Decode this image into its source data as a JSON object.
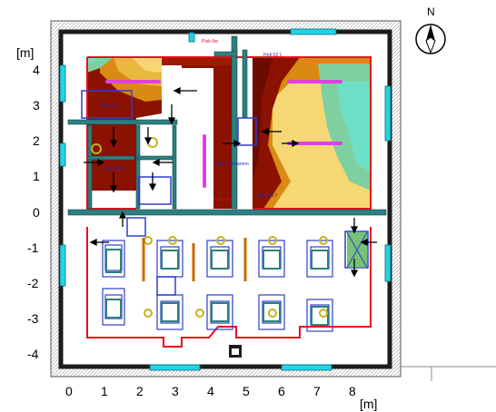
{
  "units": {
    "x": "[m]",
    "y": "[m]"
  },
  "compass": {
    "label": "N"
  },
  "axes": {
    "x_ticks": [
      "0",
      "1",
      "2",
      "3",
      "4",
      "5",
      "6",
      "7",
      "8"
    ],
    "y_ticks": [
      "4",
      "3",
      "2",
      "1",
      "0",
      "-1",
      "-2",
      "-3",
      "-4"
    ]
  },
  "room_labels": {
    "top_center": "Písk 6m",
    "top_right": "Hrdl 02 1",
    "left_upper": "Stěl 2021",
    "center_desk": "Stůl 2016",
    "center_mid": "Stůl 4 obsazeno",
    "right_bottom": "Stěl 2117",
    "bottom_center": "Písk s/4"
  },
  "colors": {
    "wall": "#1c1c1c",
    "window": "#22d3e6",
    "contour_red": "#e8101c",
    "dark_red": "#8b1100",
    "teal": "#2e7f7f",
    "magenta": "#e040e0",
    "olive": "#c7b21a",
    "desk_blue": "#2f3fc8"
  }
}
